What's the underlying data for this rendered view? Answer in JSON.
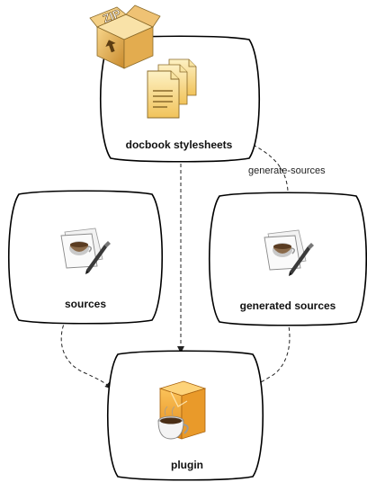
{
  "nodes": {
    "docbook_stylesheets": {
      "label": "docbook stylesheets",
      "icon": "documents-stack-icon",
      "badge_icon": "zip-archive-icon",
      "badge_text": "ZIP"
    },
    "sources": {
      "label": "sources",
      "icon": "java-source-file-icon"
    },
    "generated_sources": {
      "label": "generated sources",
      "icon": "java-source-file-icon"
    },
    "plugin": {
      "label": "plugin",
      "icon": "java-coffee-cube-icon"
    }
  },
  "edges": [
    {
      "from": "docbook stylesheets",
      "to": "generated sources",
      "label": "generate-sources"
    },
    {
      "from": "docbook stylesheets",
      "to": "plugin",
      "label": ""
    },
    {
      "from": "sources",
      "to": "plugin",
      "label": ""
    },
    {
      "from": "generated sources",
      "to": "plugin",
      "label": ""
    }
  ],
  "colors": {
    "node_border": "#000000",
    "edge": "#222222",
    "folder": "#f2c064",
    "document": "#f6d27a",
    "coffee_cube": "#f0a22e"
  }
}
